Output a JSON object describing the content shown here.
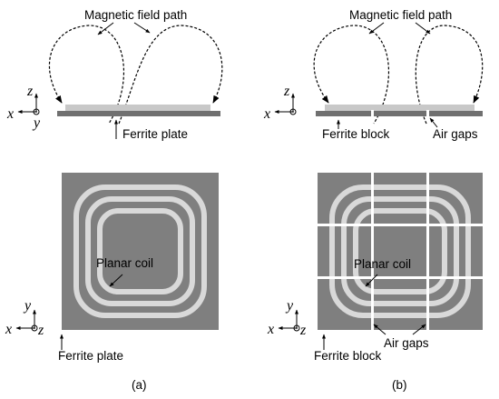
{
  "panel_a": {
    "field_label": "Magnetic field path",
    "base_label": "Ferrite plate",
    "coil_label": "Planar coil",
    "plate_label": "Ferrite plate",
    "caption": "(a)"
  },
  "panel_b": {
    "field_label": "Magnetic field path",
    "base_label": "Ferrite block",
    "gap_label_top": "Air gaps",
    "block_label": "Ferrite block",
    "gap_label_bottom": "Air gaps",
    "caption": "(b)"
  },
  "axes": {
    "x": "x",
    "y": "y",
    "z": "z"
  },
  "colors": {
    "ferrite": "#7f7f7f",
    "coil": "#d9d9d9",
    "plate_side": "#707070",
    "coil_side": "#c8c8c8",
    "gap": "#ffffff",
    "ink": "#000000"
  }
}
